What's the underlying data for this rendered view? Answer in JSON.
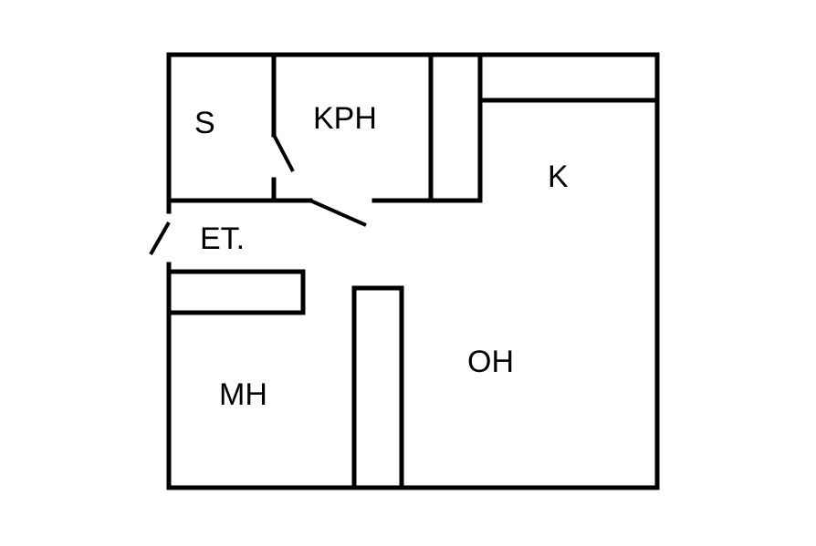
{
  "floorplan": {
    "rooms": {
      "s": "S",
      "kph": "KPH",
      "k": "K",
      "et": "ET.",
      "mh": "MH",
      "oh": "OH"
    },
    "colors": {
      "background": "#ffffff",
      "lines": "#000000"
    }
  }
}
